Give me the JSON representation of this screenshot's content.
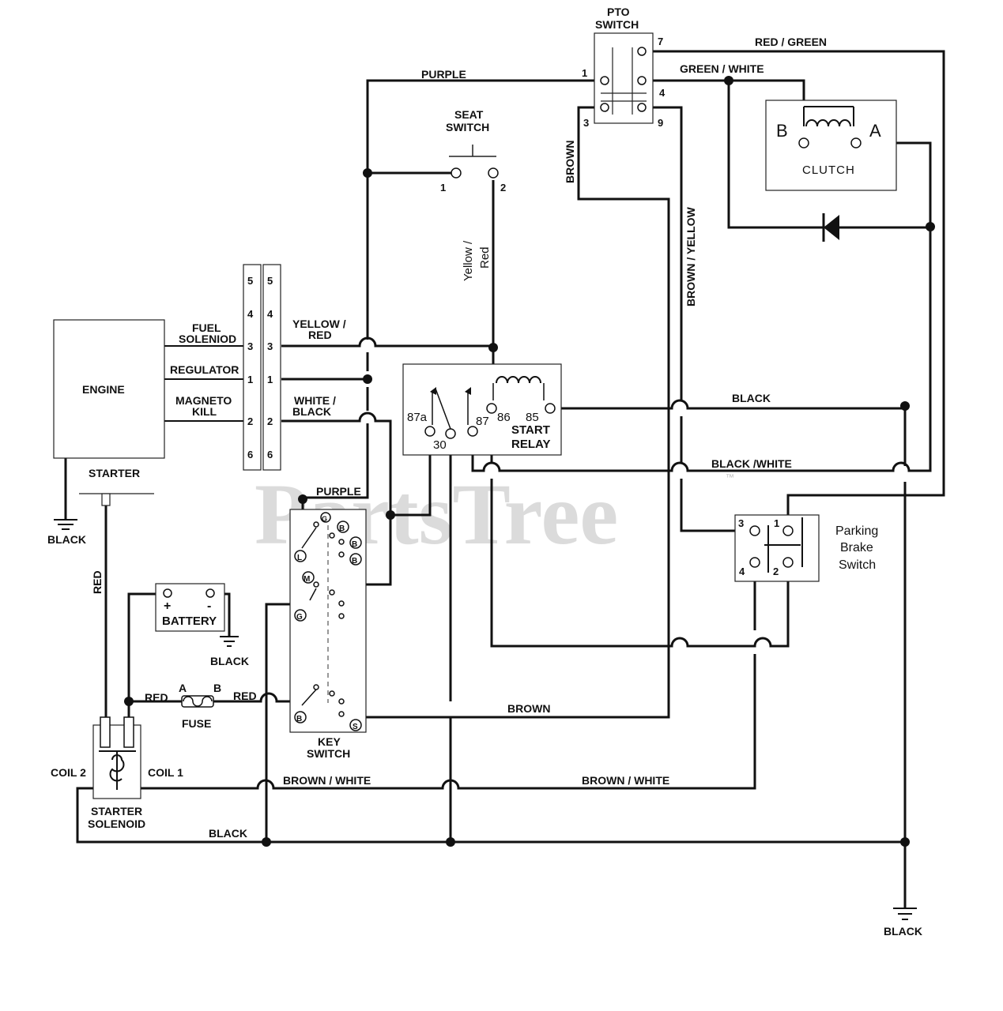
{
  "watermark": {
    "text": "PartsTree",
    "tm": "™"
  },
  "components": {
    "engine": "ENGINE",
    "starter": "STARTER",
    "battery": "BATTERY",
    "battery_plus": "+",
    "battery_minus": "-",
    "fuse": "FUSE",
    "fuse_a": "A",
    "fuse_b": "B",
    "starter_solenoid": [
      "STARTER",
      "SOLENOID"
    ],
    "coil1": "COIL 1",
    "coil2": "COIL 2",
    "key_switch": [
      "KEY",
      "SWITCH"
    ],
    "pto_switch": [
      "PTO",
      "SWITCH"
    ],
    "seat_switch": [
      "SEAT",
      "SWITCH"
    ],
    "clutch": "CLUTCH",
    "clutch_a": "A",
    "clutch_b": "B",
    "start_relay": [
      "START",
      "RELAY"
    ],
    "parking_brake": [
      "Parking",
      "Brake",
      "Switch"
    ]
  },
  "engine_connector": {
    "fuel_solenoid": [
      "FUEL",
      "SOLENIOD"
    ],
    "regulator": "REGULATOR",
    "magneto_kill": [
      "MAGNETO",
      "KILL"
    ],
    "pins_left": [
      "5",
      "4",
      "3",
      "1",
      "2",
      "6"
    ],
    "pins_right": [
      "5",
      "4",
      "3",
      "1",
      "2",
      "6"
    ]
  },
  "wire_labels": {
    "black_left": "BLACK",
    "black_battery": "BLACK",
    "black_bottom": "BLACK",
    "black_ground": "BLACK",
    "black_relay": "BLACK",
    "black_white": "BLACK /WHITE",
    "red_vertical": "RED",
    "red_left": "RED",
    "red_right": "RED",
    "purple_top": "PURPLE",
    "purple_key": "PURPLE",
    "yellow_red": [
      "YELLOW /",
      "RED"
    ],
    "yellow_red_vertical": [
      "Yellow /",
      "Red"
    ],
    "white_black": [
      "WHITE /",
      "BLACK"
    ],
    "brown_pto": "BROWN",
    "brown_yellow": "BROWN / YELLOW",
    "brown_bottom": "BROWN",
    "brown_white_left": "BROWN / WHITE",
    "brown_white_right": "BROWN / WHITE",
    "red_green": "RED / GREEN",
    "green_white": "GREEN / WHITE"
  },
  "pins": {
    "pto": [
      "7",
      "1",
      "4",
      "3",
      "9"
    ],
    "seat": [
      "1",
      "2"
    ],
    "relay": [
      "87a",
      "30",
      "87",
      "86",
      "85"
    ],
    "parking": [
      "3",
      "1",
      "4",
      "2"
    ],
    "key_terms": [
      "G",
      "B",
      "B",
      "B",
      "L",
      "M",
      "G",
      "B",
      "S"
    ]
  }
}
